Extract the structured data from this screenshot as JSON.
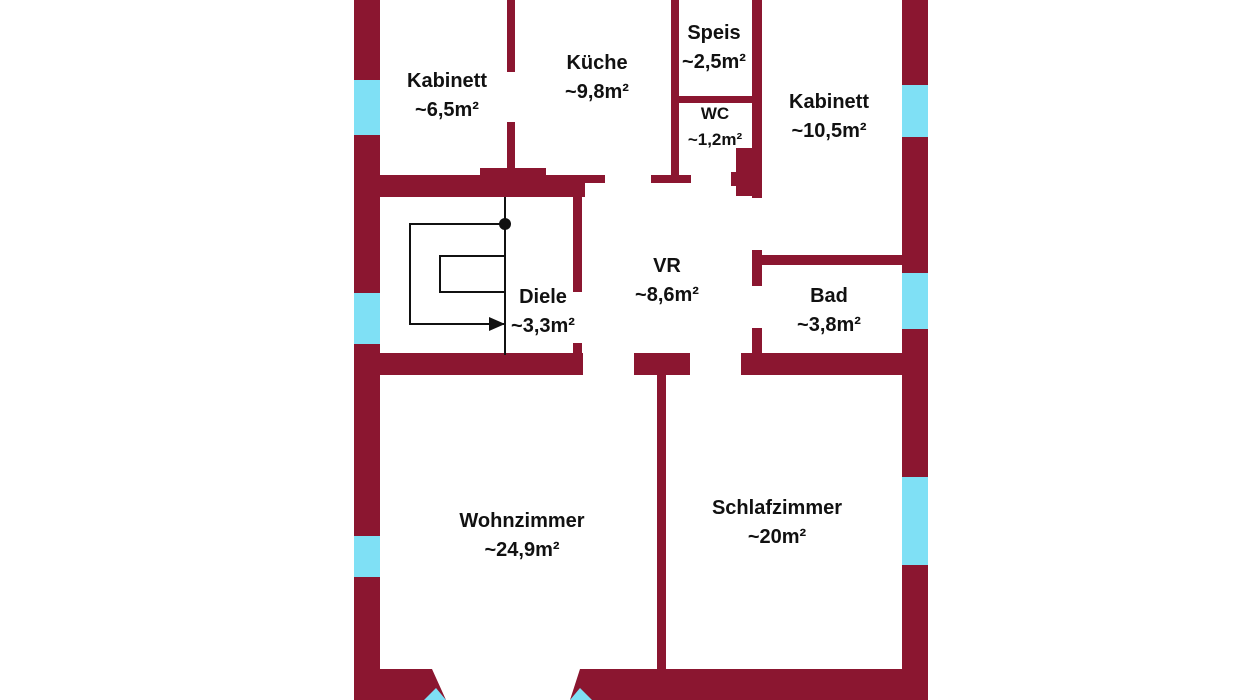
{
  "colors": {
    "wall": "#8b1630",
    "window": "#7fe0f5",
    "background": "#ffffff",
    "text": "#111111",
    "stair": "#111111"
  },
  "rooms": {
    "kabinett_left": {
      "name": "Kabinett",
      "area": "~6,5m²"
    },
    "kueche": {
      "name": "Küche",
      "area": "~9,8m²"
    },
    "speis": {
      "name": "Speis",
      "area": "~2,5m²"
    },
    "wc": {
      "name": "WC",
      "area": "~1,2m²"
    },
    "kabinett_right": {
      "name": "Kabinett",
      "area": "~10,5m²"
    },
    "vr": {
      "name": "VR",
      "area": "~8,6m²"
    },
    "diele": {
      "name": "Diele",
      "area": "~3,3m²"
    },
    "bad": {
      "name": "Bad",
      "area": "~3,8m²"
    },
    "wohnzimmer": {
      "name": "Wohnzimmer",
      "area": "~24,9m²"
    },
    "schlafzimmer": {
      "name": "Schlafzimmer",
      "area": "~20m²"
    }
  },
  "icons": {
    "stair": "staircase-arrow-icon"
  }
}
